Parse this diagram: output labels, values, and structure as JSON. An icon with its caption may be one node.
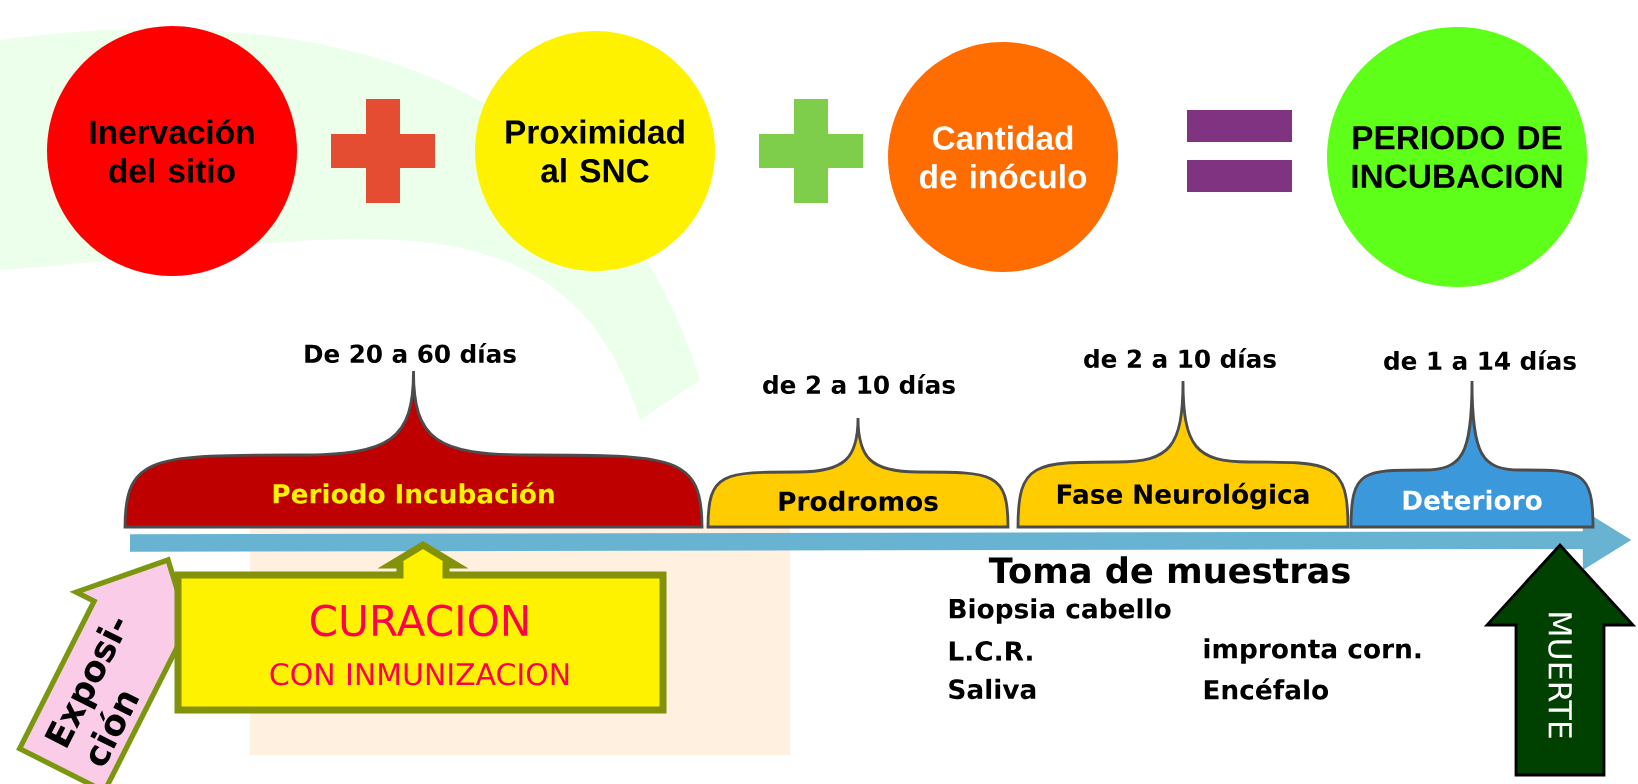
{
  "diagram": {
    "nodes": [
      {
        "text": [
          "Inervación del sitio"
        ]
      },
      {
        "text": [
          "Proximidad al SNC"
        ]
      },
      {
        "text": [
          "Cantidad de inóculo"
        ]
      },
      {
        "text": [
          "PERIODO DE INCUBACION"
        ]
      },
      {
        "text": [
          "Periodo Incubación"
        ],
        "beside": [
          "De 20 a 60 días"
        ]
      },
      {
        "text": [
          "Prodromos"
        ],
        "beside": [
          "de 2 a 10 días"
        ]
      },
      {
        "text": [
          "Fase Neurológica"
        ],
        "beside": [
          "de 2 a 10 días"
        ]
      },
      {
        "text": [
          "Deterioro"
        ],
        "beside": [
          "de 1 a 14 días"
        ]
      },
      {
        "text": [
          "Exposi- ción"
        ]
      },
      {
        "text": [
          "CURACION",
          "CON INMUNIZACION"
        ]
      },
      {
        "text": [
          "MUERTE"
        ]
      }
    ],
    "labels": [
      "Toma de muestras",
      "Biopsia cabello",
      "L.C.R.",
      "impronta corn.",
      "Saliva",
      "Encéfalo"
    ]
  }
}
